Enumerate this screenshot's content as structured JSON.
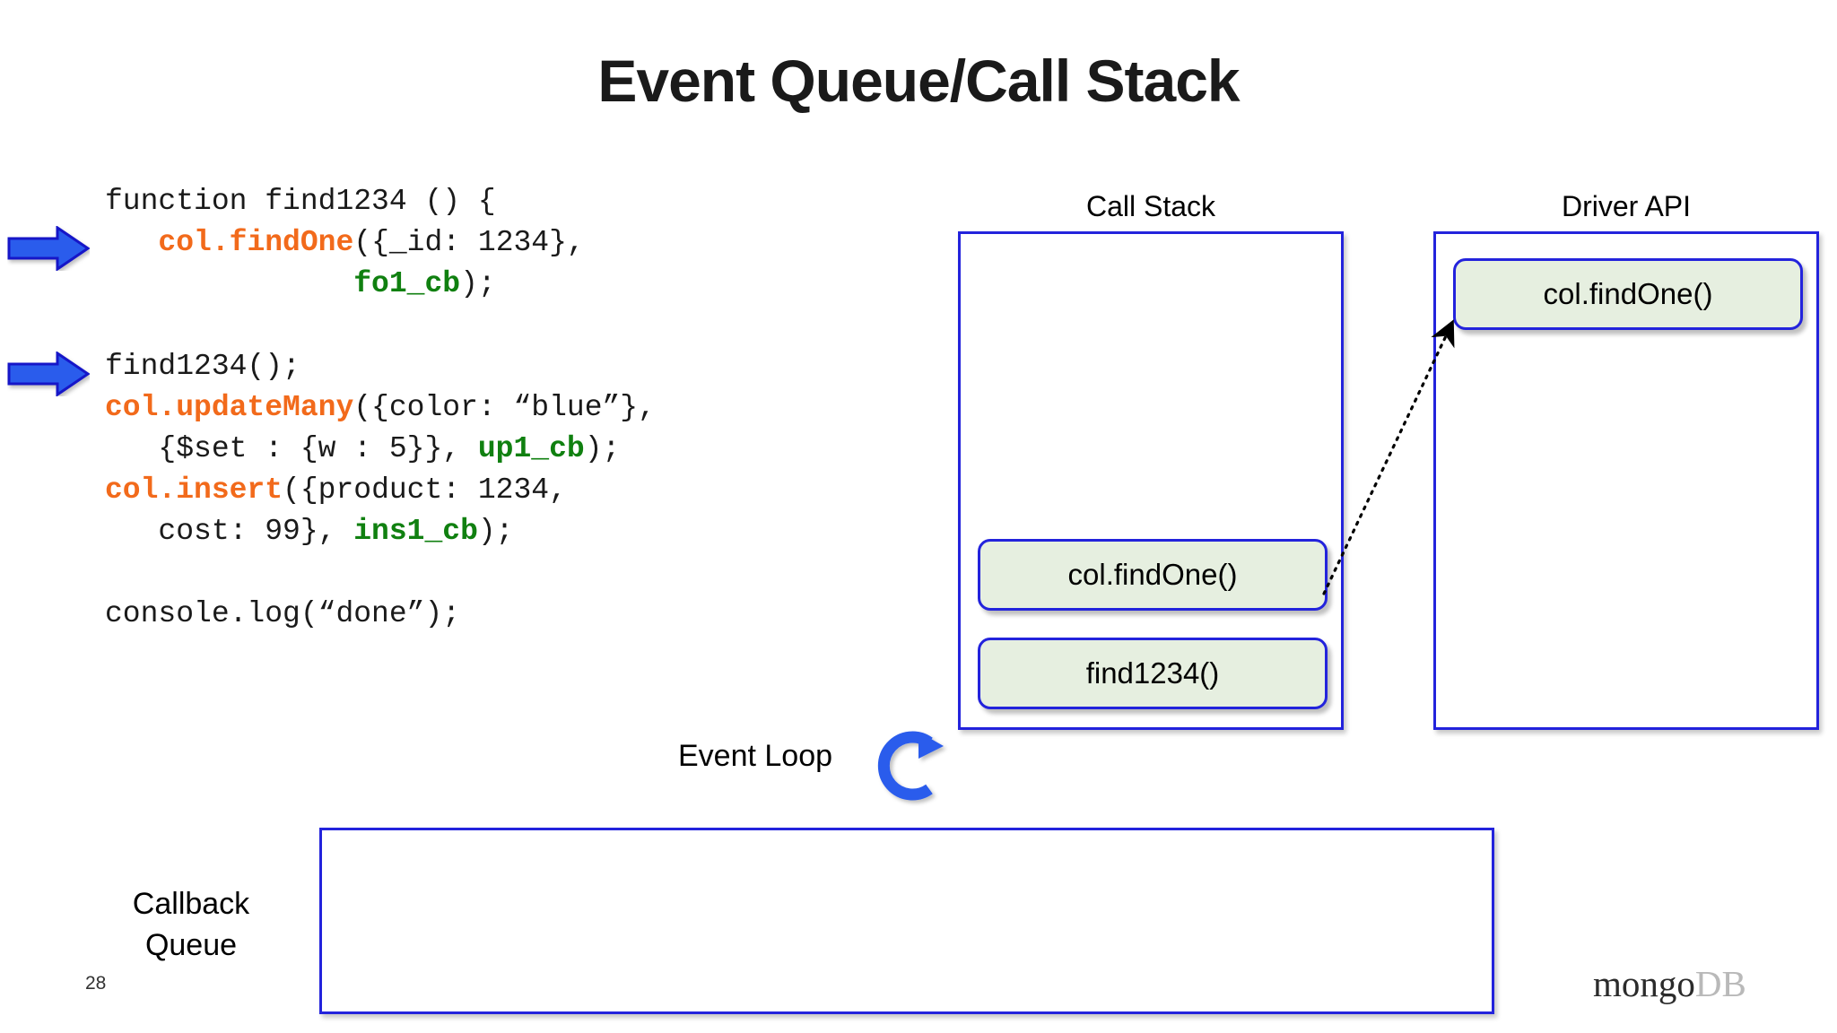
{
  "slide": {
    "title": "Event Queue/Call Stack",
    "page_number": "28",
    "background_color": "#ffffff"
  },
  "colors": {
    "accent_blue": "#2323DC",
    "arrow_blue": "#2B5BEC",
    "frame_green": "#E6EFE0",
    "code_function": "#F26A1B",
    "code_callback": "#108010",
    "code_default": "#1a1a1a",
    "logo_gray": "#b9b9b9"
  },
  "code": {
    "lines": [
      [
        {
          "t": "function find1234 () {",
          "s": "plain"
        }
      ],
      [
        {
          "t": "   ",
          "s": "plain"
        },
        {
          "t": "col.findOne",
          "s": "fn"
        },
        {
          "t": "({_id: 1234},",
          "s": "plain"
        }
      ],
      [
        {
          "t": "              ",
          "s": "plain"
        },
        {
          "t": "fo1_cb",
          "s": "cb"
        },
        {
          "t": ");",
          "s": "plain"
        }
      ],
      [
        {
          "t": "",
          "s": "plain"
        }
      ],
      [
        {
          "t": "find1234();",
          "s": "plain"
        }
      ],
      [
        {
          "t": "col.updateMany",
          "s": "fn"
        },
        {
          "t": "({color: “blue”},",
          "s": "plain"
        }
      ],
      [
        {
          "t": "   {$set : {w : 5}}, ",
          "s": "plain"
        },
        {
          "t": "up1_cb",
          "s": "cb"
        },
        {
          "t": ");",
          "s": "plain"
        }
      ],
      [
        {
          "t": "col.insert",
          "s": "fn"
        },
        {
          "t": "({product: 1234,",
          "s": "plain"
        }
      ],
      [
        {
          "t": "   cost: 99}, ",
          "s": "plain"
        },
        {
          "t": "ins1_cb",
          "s": "cb"
        },
        {
          "t": ");",
          "s": "plain"
        }
      ],
      [
        {
          "t": "",
          "s": "plain"
        }
      ],
      [
        {
          "t": "console.log(“done”);",
          "s": "plain"
        }
      ]
    ]
  },
  "pointers": [
    {
      "name": "pointer-arrow-findone",
      "target_line": "col.findOne({_id: 1234},",
      "icon": "right-arrow-icon"
    },
    {
      "name": "pointer-arrow-call",
      "target_line": "find1234();",
      "icon": "right-arrow-icon"
    }
  ],
  "call_stack": {
    "label": "Call Stack",
    "frames": [
      {
        "label": "col.findOne()"
      },
      {
        "label": "find1234()"
      }
    ]
  },
  "driver_api": {
    "label": "Driver API",
    "frames": [
      {
        "label": "col.findOne()"
      }
    ]
  },
  "event_loop": {
    "label": "Event Loop",
    "icon": "circular-arrow-icon"
  },
  "callback_queue": {
    "label_line1": "Callback",
    "label_line2": "Queue",
    "items": []
  },
  "logo": {
    "part1": "mongo",
    "part2": "DB"
  }
}
